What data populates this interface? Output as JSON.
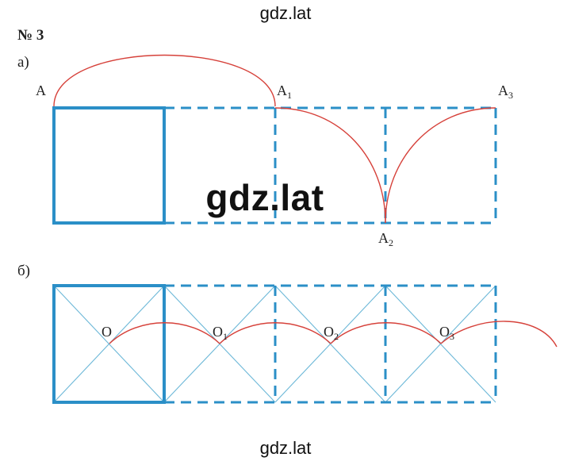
{
  "watermark": {
    "top": "gdz.lat",
    "center": "gdz.lat",
    "bottom": "gdz.lat"
  },
  "problem": {
    "number": "№ 3"
  },
  "part_a": {
    "label": "а)",
    "points": [
      {
        "name": "A",
        "sub": ""
      },
      {
        "name": "A",
        "sub": "1"
      },
      {
        "name": "A",
        "sub": "2"
      },
      {
        "name": "A",
        "sub": "3"
      }
    ]
  },
  "part_b": {
    "label": "б)",
    "points": [
      {
        "name": "O",
        "sub": ""
      },
      {
        "name": "O",
        "sub": "1"
      },
      {
        "name": "O",
        "sub": "2"
      },
      {
        "name": "O",
        "sub": "3"
      }
    ]
  },
  "colors": {
    "square": "#2b8fc7",
    "diagonal": "#6db8d8",
    "arc": "#d6413a"
  }
}
